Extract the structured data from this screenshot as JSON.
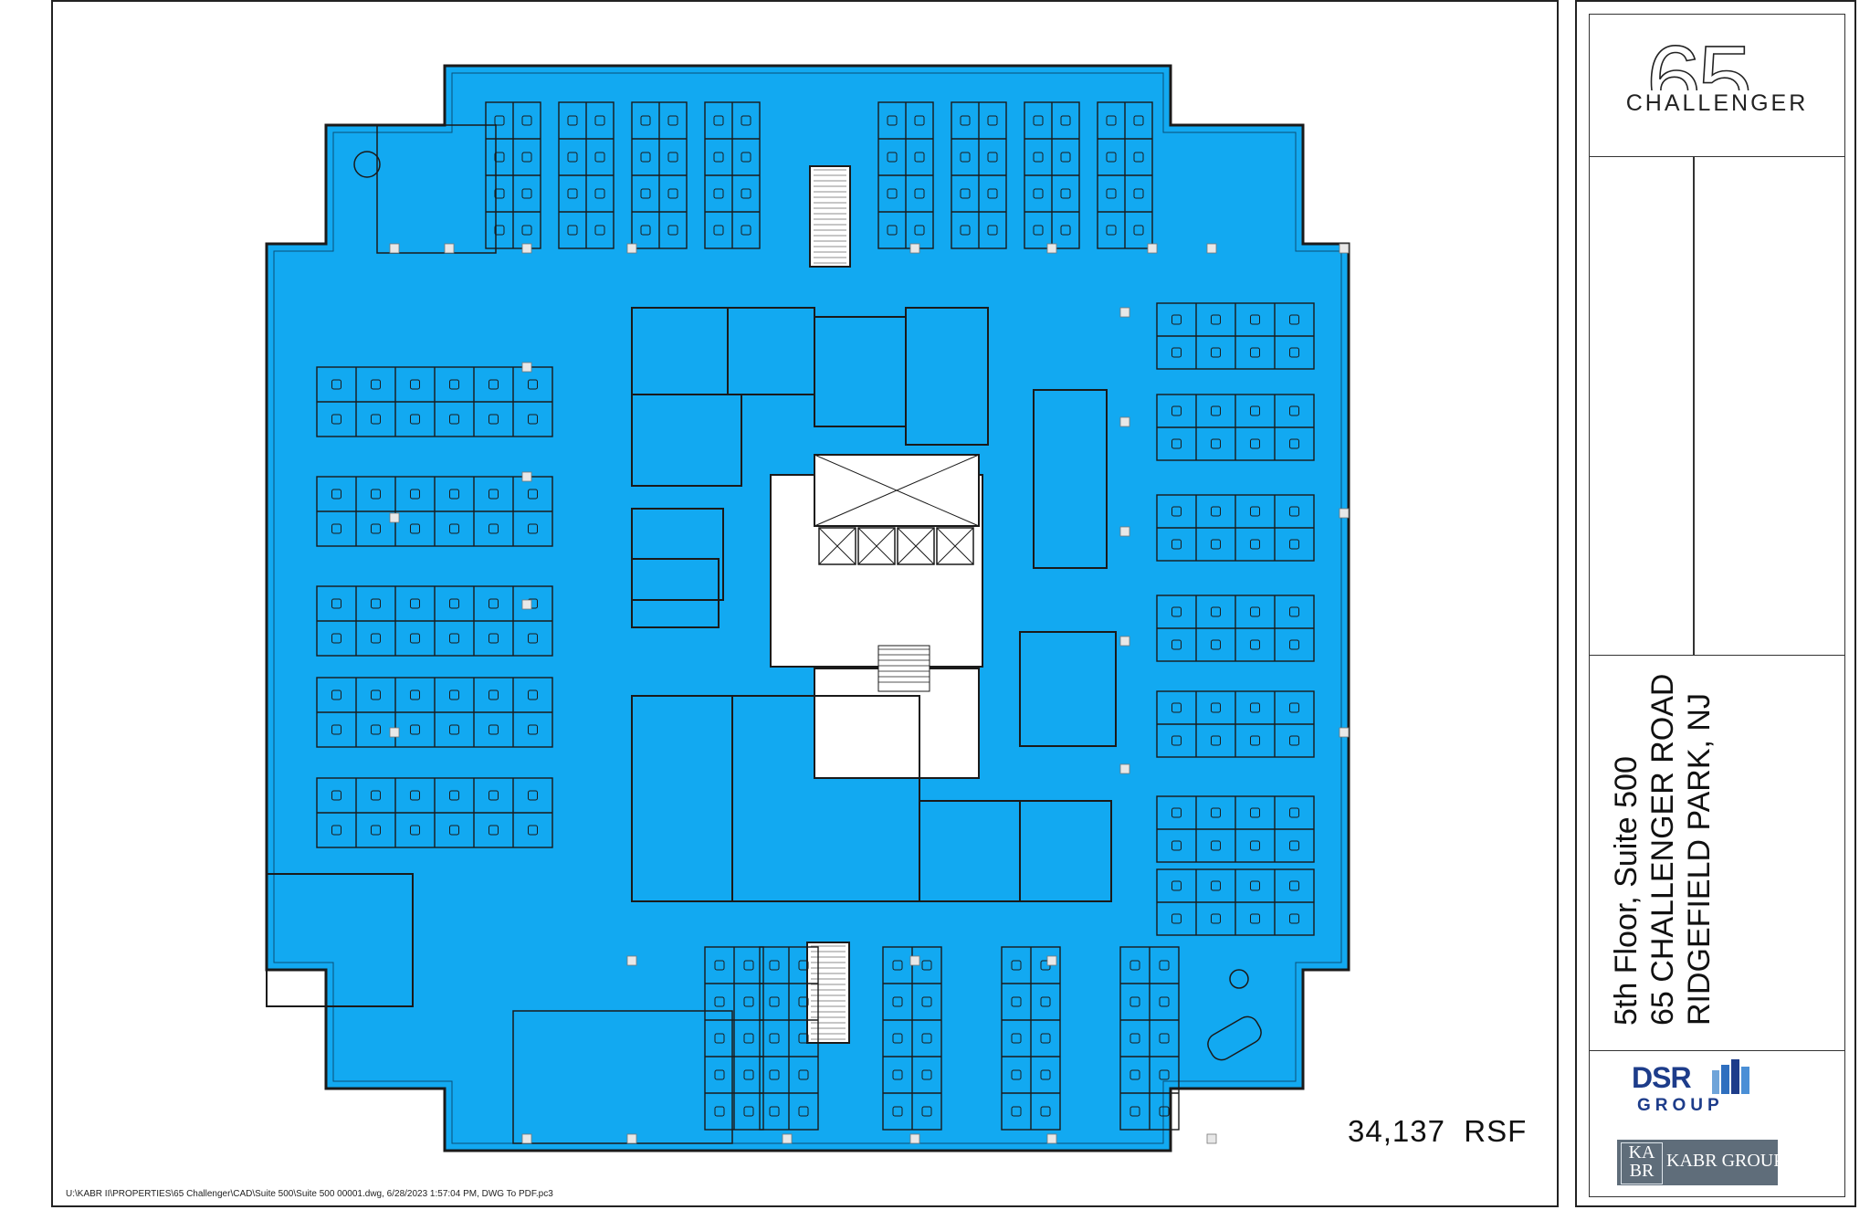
{
  "plan": {
    "area_label": "34,137  RSF",
    "file_path": "U:\\KABR II\\PROPERTIES\\65 Challenger\\CAD\\Suite 500\\Suite 500  00001.dwg, 6/28/2023 1:57:04 PM, DWG To PDF.pc3",
    "fill_color": "#12a9f1",
    "line_color": "#1a1a1a"
  },
  "title_block": {
    "logo_number": "65",
    "logo_word": "CHALLENGER",
    "address_lines": [
      "5th Floor, Suite 500",
      "65 CHALLENGER ROAD",
      "RIDGEFIELD PARK, NJ"
    ],
    "dsr_logo": {
      "word": "DSR",
      "sub": "GROUP",
      "color": "#1d3c8a"
    },
    "kabr_logo": {
      "monogram_top": "KA",
      "monogram_bottom": "BR",
      "name": "KABR GROUP",
      "background": "#5f6d7a"
    }
  }
}
